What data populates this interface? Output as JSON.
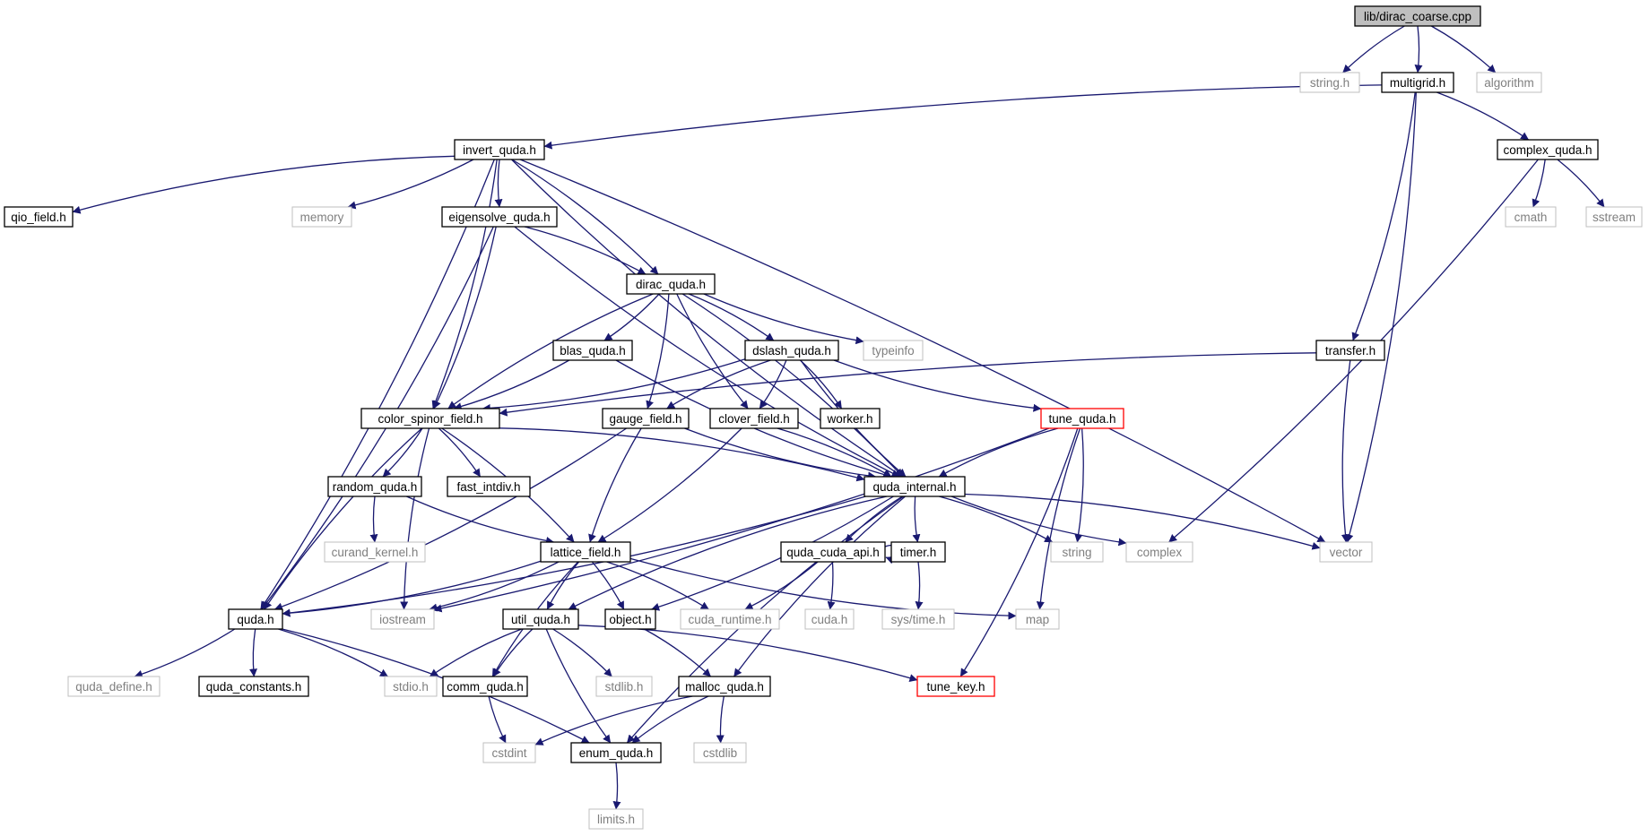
{
  "graph_title": "lib/dirac_coarse.cpp",
  "colors": {
    "edge": "#191970",
    "node_border": "#000000",
    "external_border": "#bfbfbf",
    "external_text": "#7f7f7f",
    "truncated_border": "#ff0000",
    "root_fill": "#bfbfbf",
    "text": "#000000"
  },
  "nodes": [
    {
      "id": "dirac_coarse",
      "label": "lib/dirac_coarse.cpp",
      "kind": "root"
    },
    {
      "id": "string_h",
      "label": "string.h",
      "kind": "external"
    },
    {
      "id": "multigrid",
      "label": "multigrid.h",
      "kind": "normal"
    },
    {
      "id": "algorithm",
      "label": "algorithm",
      "kind": "external"
    },
    {
      "id": "invert_quda",
      "label": "invert_quda.h",
      "kind": "normal"
    },
    {
      "id": "complex_quda",
      "label": "complex_quda.h",
      "kind": "normal"
    },
    {
      "id": "qio_field",
      "label": "qio_field.h",
      "kind": "normal"
    },
    {
      "id": "memory",
      "label": "memory",
      "kind": "external"
    },
    {
      "id": "eigensolve_quda",
      "label": "eigensolve_quda.h",
      "kind": "normal"
    },
    {
      "id": "cmath",
      "label": "cmath",
      "kind": "external"
    },
    {
      "id": "sstream",
      "label": "sstream",
      "kind": "external"
    },
    {
      "id": "dirac_quda",
      "label": "dirac_quda.h",
      "kind": "normal"
    },
    {
      "id": "blas_quda",
      "label": "blas_quda.h",
      "kind": "normal"
    },
    {
      "id": "dslash_quda",
      "label": "dslash_quda.h",
      "kind": "normal"
    },
    {
      "id": "typeinfo",
      "label": "typeinfo",
      "kind": "external"
    },
    {
      "id": "transfer",
      "label": "transfer.h",
      "kind": "normal"
    },
    {
      "id": "color_spinor_field",
      "label": "color_spinor_field.h",
      "kind": "normal"
    },
    {
      "id": "gauge_field",
      "label": "gauge_field.h",
      "kind": "normal"
    },
    {
      "id": "clover_field",
      "label": "clover_field.h",
      "kind": "normal"
    },
    {
      "id": "worker",
      "label": "worker.h",
      "kind": "normal"
    },
    {
      "id": "tune_quda",
      "label": "tune_quda.h",
      "kind": "truncated"
    },
    {
      "id": "random_quda",
      "label": "random_quda.h",
      "kind": "normal"
    },
    {
      "id": "fast_intdiv",
      "label": "fast_intdiv.h",
      "kind": "normal"
    },
    {
      "id": "quda_internal",
      "label": "quda_internal.h",
      "kind": "normal"
    },
    {
      "id": "curand_kernel",
      "label": "curand_kernel.h",
      "kind": "external"
    },
    {
      "id": "lattice_field",
      "label": "lattice_field.h",
      "kind": "normal"
    },
    {
      "id": "quda_cuda_api",
      "label": "quda_cuda_api.h",
      "kind": "normal"
    },
    {
      "id": "timer",
      "label": "timer.h",
      "kind": "normal"
    },
    {
      "id": "string",
      "label": "string",
      "kind": "external"
    },
    {
      "id": "complex",
      "label": "complex",
      "kind": "external"
    },
    {
      "id": "vector",
      "label": "vector",
      "kind": "external"
    },
    {
      "id": "quda_h",
      "label": "quda.h",
      "kind": "normal"
    },
    {
      "id": "iostream",
      "label": "iostream",
      "kind": "external"
    },
    {
      "id": "util_quda",
      "label": "util_quda.h",
      "kind": "normal"
    },
    {
      "id": "object",
      "label": "object.h",
      "kind": "normal"
    },
    {
      "id": "cuda_runtime",
      "label": "cuda_runtime.h",
      "kind": "external"
    },
    {
      "id": "cuda_h",
      "label": "cuda.h",
      "kind": "external"
    },
    {
      "id": "sys_time",
      "label": "sys/time.h",
      "kind": "external"
    },
    {
      "id": "map",
      "label": "map",
      "kind": "external"
    },
    {
      "id": "quda_define",
      "label": "quda_define.h",
      "kind": "external"
    },
    {
      "id": "quda_constants",
      "label": "quda_constants.h",
      "kind": "normal"
    },
    {
      "id": "stdio",
      "label": "stdio.h",
      "kind": "external"
    },
    {
      "id": "comm_quda",
      "label": "comm_quda.h",
      "kind": "normal"
    },
    {
      "id": "stdlib",
      "label": "stdlib.h",
      "kind": "external"
    },
    {
      "id": "malloc_quda",
      "label": "malloc_quda.h",
      "kind": "normal"
    },
    {
      "id": "tune_key",
      "label": "tune_key.h",
      "kind": "truncated"
    },
    {
      "id": "cstdint",
      "label": "cstdint",
      "kind": "external"
    },
    {
      "id": "enum_quda",
      "label": "enum_quda.h",
      "kind": "normal"
    },
    {
      "id": "cstdlib",
      "label": "cstdlib",
      "kind": "external"
    },
    {
      "id": "limits",
      "label": "limits.h",
      "kind": "external"
    }
  ],
  "edges": [
    [
      "dirac_coarse",
      "string_h"
    ],
    [
      "dirac_coarse",
      "multigrid"
    ],
    [
      "dirac_coarse",
      "algorithm"
    ],
    [
      "multigrid",
      "invert_quda"
    ],
    [
      "multigrid",
      "complex_quda"
    ],
    [
      "multigrid",
      "transfer"
    ],
    [
      "multigrid",
      "vector"
    ],
    [
      "invert_quda",
      "qio_field"
    ],
    [
      "invert_quda",
      "memory"
    ],
    [
      "invert_quda",
      "eigensolve_quda"
    ],
    [
      "invert_quda",
      "dirac_quda"
    ],
    [
      "invert_quda",
      "color_spinor_field"
    ],
    [
      "invert_quda",
      "quda_h"
    ],
    [
      "invert_quda",
      "quda_internal"
    ],
    [
      "invert_quda",
      "vector"
    ],
    [
      "complex_quda",
      "cmath"
    ],
    [
      "complex_quda",
      "sstream"
    ],
    [
      "complex_quda",
      "complex"
    ],
    [
      "eigensolve_quda",
      "dirac_quda"
    ],
    [
      "eigensolve_quda",
      "color_spinor_field"
    ],
    [
      "eigensolve_quda",
      "quda_h"
    ],
    [
      "eigensolve_quda",
      "quda_internal"
    ],
    [
      "dirac_quda",
      "blas_quda"
    ],
    [
      "dirac_quda",
      "dslash_quda"
    ],
    [
      "dirac_quda",
      "typeinfo"
    ],
    [
      "dirac_quda",
      "color_spinor_field"
    ],
    [
      "dirac_quda",
      "gauge_field"
    ],
    [
      "dirac_quda",
      "clover_field"
    ],
    [
      "dirac_quda",
      "quda_internal"
    ],
    [
      "blas_quda",
      "color_spinor_field"
    ],
    [
      "blas_quda",
      "quda_internal"
    ],
    [
      "dslash_quda",
      "color_spinor_field"
    ],
    [
      "dslash_quda",
      "gauge_field"
    ],
    [
      "dslash_quda",
      "clover_field"
    ],
    [
      "dslash_quda",
      "worker"
    ],
    [
      "dslash_quda",
      "tune_quda"
    ],
    [
      "dslash_quda",
      "quda_internal"
    ],
    [
      "transfer",
      "color_spinor_field"
    ],
    [
      "transfer",
      "vector"
    ],
    [
      "color_spinor_field",
      "random_quda"
    ],
    [
      "color_spinor_field",
      "fast_intdiv"
    ],
    [
      "color_spinor_field",
      "quda_internal"
    ],
    [
      "color_spinor_field",
      "lattice_field"
    ],
    [
      "color_spinor_field",
      "quda_h"
    ],
    [
      "color_spinor_field",
      "iostream"
    ],
    [
      "gauge_field",
      "quda_internal"
    ],
    [
      "gauge_field",
      "lattice_field"
    ],
    [
      "gauge_field",
      "quda_h"
    ],
    [
      "clover_field",
      "quda_internal"
    ],
    [
      "clover_field",
      "lattice_field"
    ],
    [
      "tune_quda",
      "quda_internal"
    ],
    [
      "tune_quda",
      "string"
    ],
    [
      "tune_quda",
      "iostream"
    ],
    [
      "tune_quda",
      "map"
    ],
    [
      "tune_quda",
      "tune_key"
    ],
    [
      "random_quda",
      "curand_kernel"
    ],
    [
      "random_quda",
      "lattice_field"
    ],
    [
      "quda_internal",
      "quda_cuda_api"
    ],
    [
      "quda_internal",
      "timer"
    ],
    [
      "quda_internal",
      "string"
    ],
    [
      "quda_internal",
      "complex"
    ],
    [
      "quda_internal",
      "vector"
    ],
    [
      "quda_internal",
      "quda_h"
    ],
    [
      "quda_internal",
      "util_quda"
    ],
    [
      "quda_internal",
      "object"
    ],
    [
      "quda_internal",
      "malloc_quda"
    ],
    [
      "quda_internal",
      "enum_quda"
    ],
    [
      "lattice_field",
      "quda_h"
    ],
    [
      "lattice_field",
      "iostream"
    ],
    [
      "lattice_field",
      "util_quda"
    ],
    [
      "lattice_field",
      "object"
    ],
    [
      "lattice_field",
      "cuda_runtime"
    ],
    [
      "lattice_field",
      "comm_quda"
    ],
    [
      "lattice_field",
      "map"
    ],
    [
      "quda_cuda_api",
      "quda_cuda_api"
    ],
    [
      "quda_cuda_api",
      "cuda_runtime"
    ],
    [
      "quda_cuda_api",
      "cuda_h"
    ],
    [
      "timer",
      "sys_time"
    ],
    [
      "quda_h",
      "quda_define"
    ],
    [
      "quda_h",
      "quda_constants"
    ],
    [
      "quda_h",
      "stdio"
    ],
    [
      "quda_h",
      "enum_quda"
    ],
    [
      "util_quda",
      "stdio"
    ],
    [
      "util_quda",
      "comm_quda"
    ],
    [
      "util_quda",
      "stdlib"
    ],
    [
      "util_quda",
      "tune_key"
    ],
    [
      "util_quda",
      "enum_quda"
    ],
    [
      "object",
      "malloc_quda"
    ],
    [
      "comm_quda",
      "cstdint"
    ],
    [
      "malloc_quda",
      "cstdint"
    ],
    [
      "malloc_quda",
      "enum_quda"
    ],
    [
      "malloc_quda",
      "cstdlib"
    ],
    [
      "enum_quda",
      "limits"
    ]
  ]
}
